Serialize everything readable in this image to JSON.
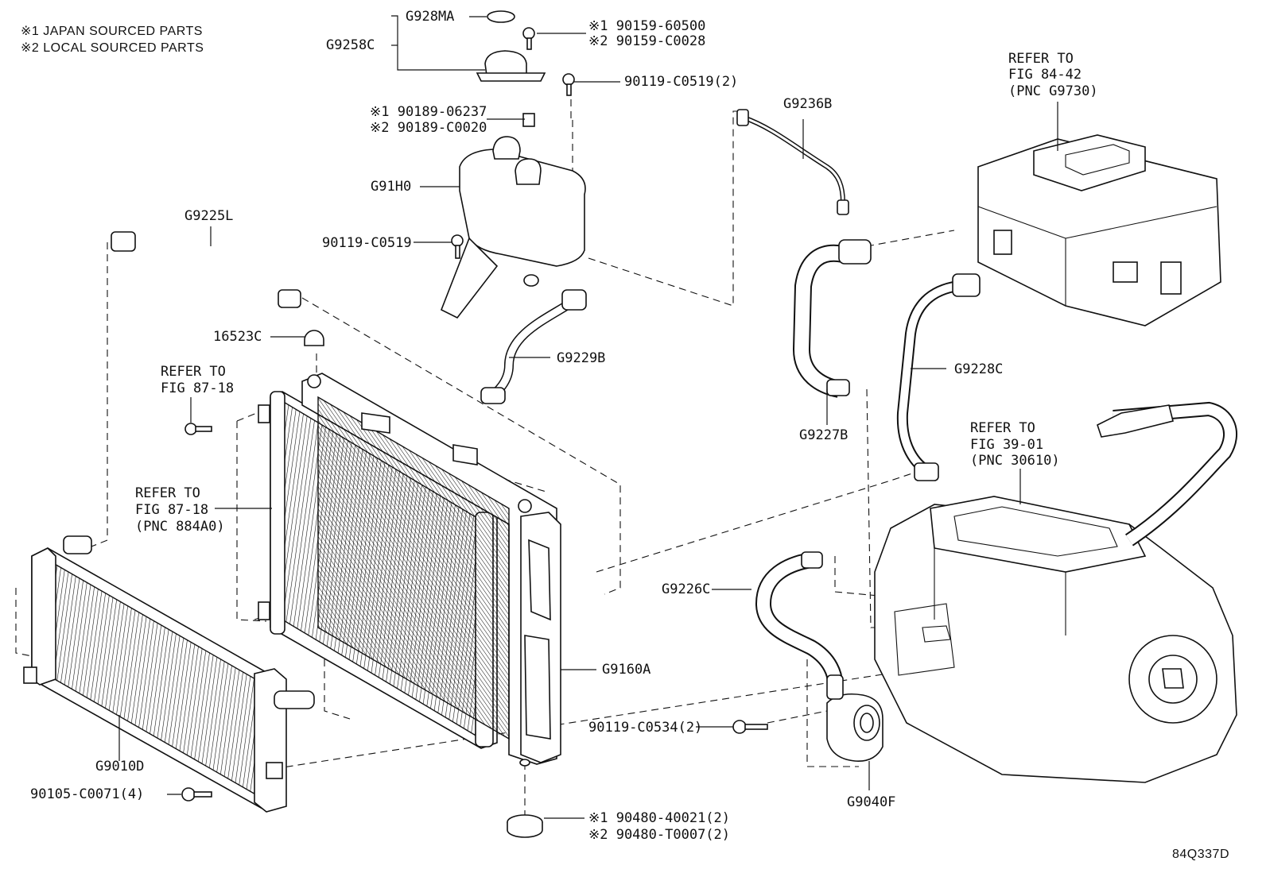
{
  "notes": [
    "※1 JAPAN SOURCED PARTS",
    "※2 LOCAL SOURCED PARTS"
  ],
  "figure_id": "84Q337D",
  "callouts": {
    "g928ma": "G928MA",
    "g9258c": "G9258C",
    "bolt_90159_1": "※1 90159-60500",
    "bolt_90159_2": "※2 90159-C0028",
    "bolt_90119_c0519_2": "90119-C0519(2)",
    "clip_90189_1": "※1 90189-06237",
    "clip_90189_2": "※2 90189-C0020",
    "g91h0": "G91H0",
    "bolt_90119_c0519": "90119-C0519",
    "g9236b": "G9236B",
    "refer_8442_a": "REFER TO",
    "refer_8442_b": "FIG 84-42",
    "refer_8442_c": "(PNC G9730)",
    "g9225l": "G9225L",
    "g16523c": "16523C",
    "refer_8718_a": "REFER TO",
    "refer_8718_b": "FIG 87-18",
    "g9229b": "G9229B",
    "g9228c": "G9228C",
    "g9227b": "G9227B",
    "refer_3901_a": "REFER TO",
    "refer_3901_b": "FIG 39-01",
    "refer_3901_c": "(PNC 30610)",
    "refer_884a0_a": "REFER TO",
    "refer_884a0_b": "FIG 87-18",
    "refer_884a0_c": "(PNC 884A0)",
    "g9226c": "G9226C",
    "g9160a": "G9160A",
    "bolt_90119_c0534": "90119-C0534(2)",
    "g9010d": "G9010D",
    "g9040f": "G9040F",
    "bolt_90105": "90105-C0071(4)",
    "cushion_1": "※1 90480-40021(2)",
    "cushion_2": "※2 90480-T0007(2)"
  }
}
